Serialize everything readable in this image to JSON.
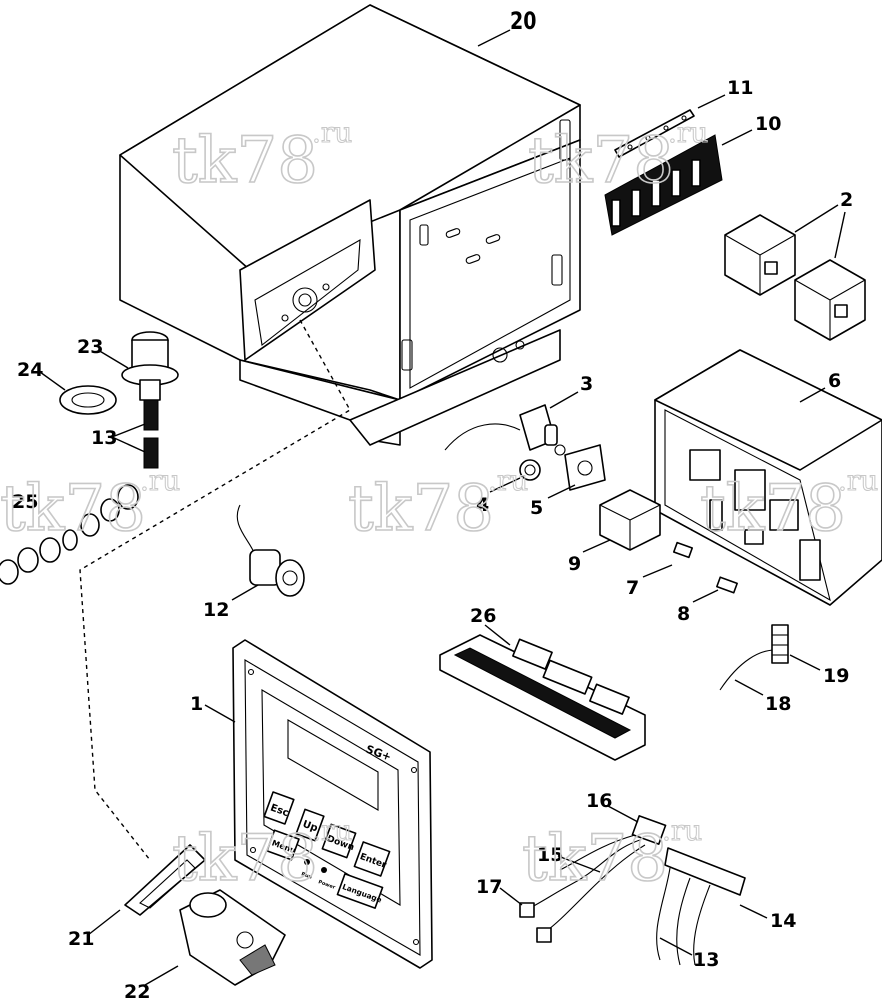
{
  "watermark": {
    "main": "tk78",
    "sup": ".ru"
  },
  "callouts": {
    "c1": "1",
    "c2": "2",
    "c3": "3",
    "c4": "4",
    "c5": "5",
    "c6": "6",
    "c7": "7",
    "c8": "8",
    "c9": "9",
    "c10": "10",
    "c11": "11",
    "c12": "12",
    "c13a": "13",
    "c13b": "13",
    "c14": "14",
    "c15": "15",
    "c16": "16",
    "c17": "17",
    "c18": "18",
    "c19": "19",
    "c20": "20",
    "c21": "21",
    "c22": "22",
    "c23": "23",
    "c24": "24",
    "c25": "25",
    "c26": "26"
  },
  "panel": {
    "brand": "SG+",
    "keys": {
      "esc": "Esc",
      "up": "Up",
      "down": "Down",
      "enter": "Enter",
      "menu": "Menu",
      "language": "Language"
    },
    "power_label": "Power",
    "run_label": "Run"
  },
  "colors": {
    "line": "#000000",
    "watermark": "#c8c8c8",
    "background": "#ffffff"
  }
}
